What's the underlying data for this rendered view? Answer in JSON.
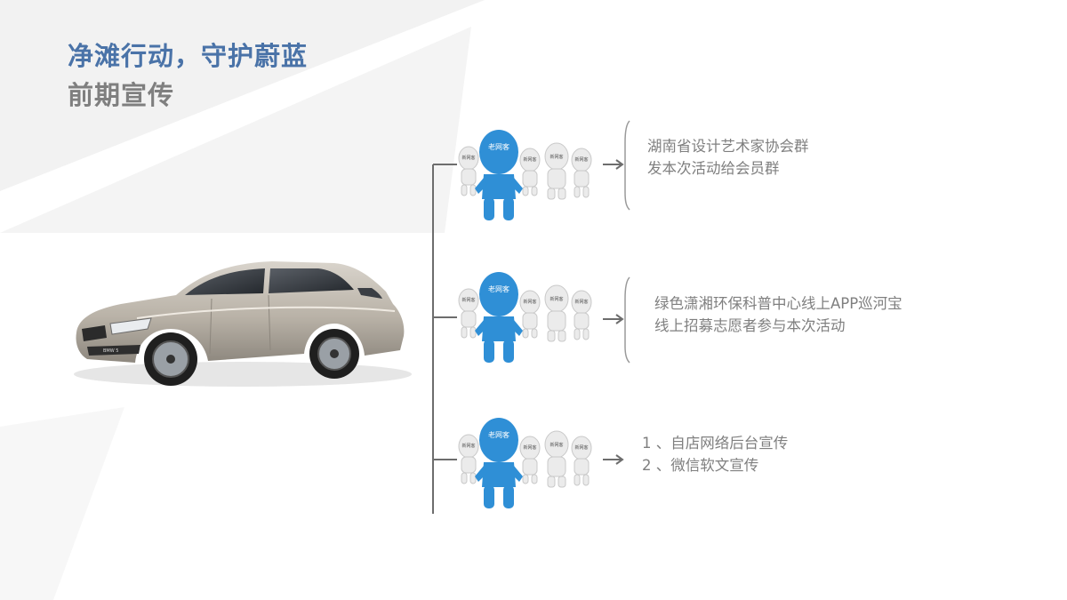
{
  "title": {
    "line1": "净滩行动，守护蔚蓝",
    "line2": "前期宣传"
  },
  "car_image": {
    "plate_text": "BMW 5"
  },
  "figure_labels": {
    "main": "老网客",
    "side": "新网客"
  },
  "items": [
    {
      "lines": [
        "湖南省设计艺术家协会群",
        "发本次活动给会员群"
      ]
    },
    {
      "lines": [
        "绿色潇湘环保科普中心线上APP巡河宝",
        "线上招募志愿者参与本次活动"
      ]
    },
    {
      "lines": [
        "1 、自店网络后台宣传",
        "2 、微信软文宣传"
      ]
    }
  ],
  "colors": {
    "title_blue": "#4a73a8",
    "title_gray": "#7f7f7f",
    "figure_blue": "#2f8fd6",
    "connector": "#6d6d6d"
  }
}
